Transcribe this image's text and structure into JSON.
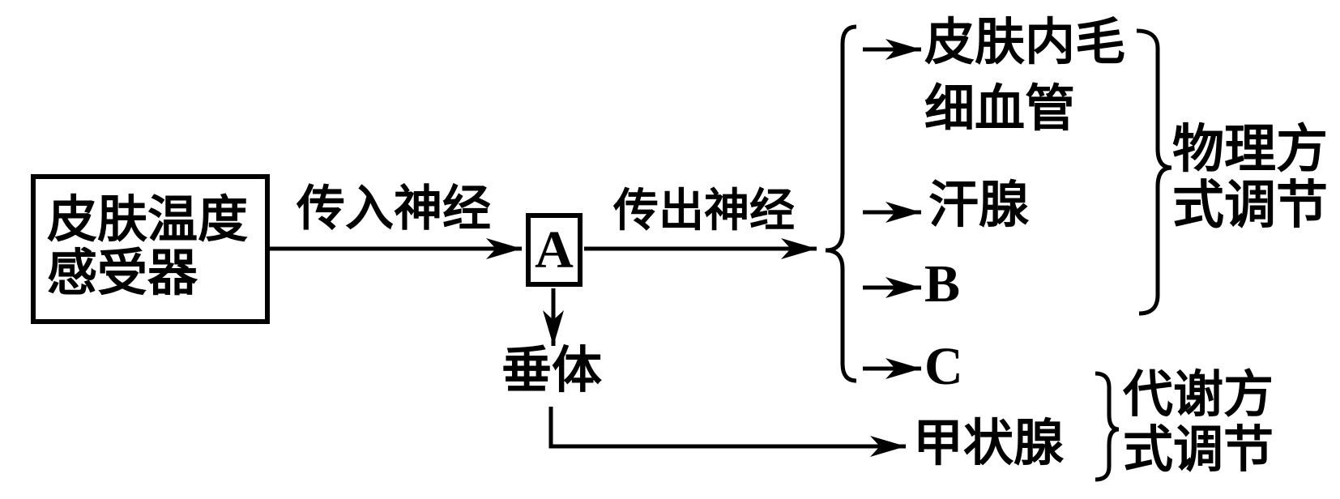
{
  "colors": {
    "ink": "#000000",
    "background": "#ffffff"
  },
  "nodes": {
    "receptor": {
      "line1": "皮肤温度",
      "line2": "感受器"
    },
    "center": {
      "label": "A"
    },
    "pituitary": {
      "label": "垂体"
    },
    "thyroid": {
      "label": "甲状腺"
    }
  },
  "edges": {
    "afferent": {
      "label": "传入神经"
    },
    "efferent": {
      "label": "传出神经"
    }
  },
  "effectors": {
    "capillary": {
      "line1": "皮肤内毛",
      "line2": "细血管"
    },
    "sweat_gland": {
      "label": "汗腺"
    },
    "b": {
      "label": "B"
    },
    "c": {
      "label": "C"
    }
  },
  "groups": {
    "physical": {
      "line1": "物理方",
      "line2": "式调节"
    },
    "metabolic": {
      "line1": "代谢方",
      "line2": "式调节"
    }
  }
}
